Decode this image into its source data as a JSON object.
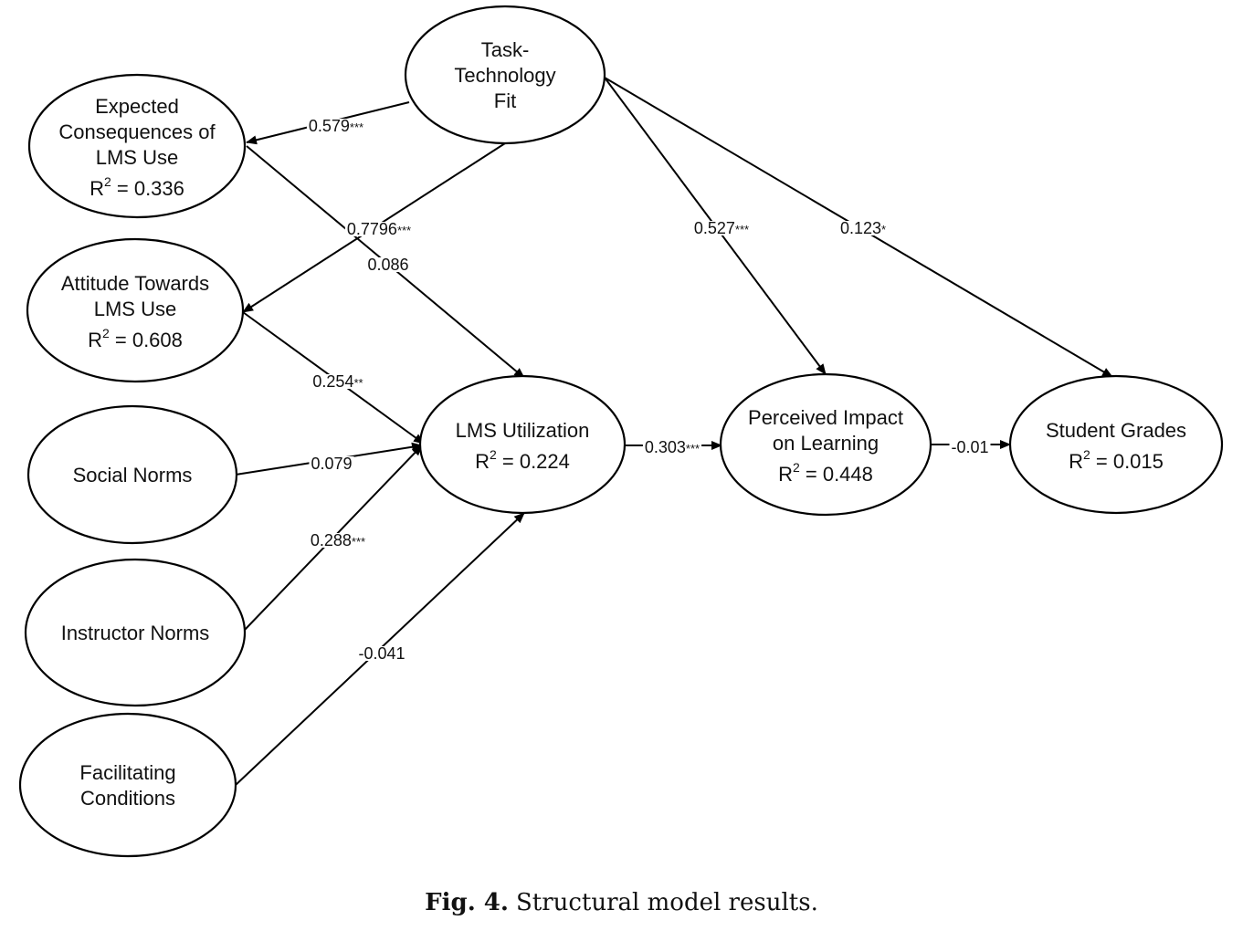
{
  "diagram": {
    "type": "structural-equation-model",
    "nodes": [
      {
        "id": "ttf",
        "lines": [
          "Task-",
          "Technology",
          "Fit"
        ],
        "r2": null
      },
      {
        "id": "ec",
        "lines": [
          "Expected",
          "Consequences of",
          "LMS Use"
        ],
        "r2": "0.336"
      },
      {
        "id": "att",
        "lines": [
          "Attitude Towards",
          "LMS Use"
        ],
        "r2": "0.608"
      },
      {
        "id": "sn",
        "lines": [
          "Social Norms"
        ],
        "r2": null
      },
      {
        "id": "in",
        "lines": [
          "Instructor Norms"
        ],
        "r2": null
      },
      {
        "id": "fc",
        "lines": [
          "Facilitating",
          "Conditions"
        ],
        "r2": null
      },
      {
        "id": "lms",
        "lines": [
          "LMS Utilization"
        ],
        "r2": "0.224"
      },
      {
        "id": "pil",
        "lines": [
          "Perceived Impact",
          "on Learning"
        ],
        "r2": "0.448"
      },
      {
        "id": "sg",
        "lines": [
          "Student Grades"
        ],
        "r2": "0.015"
      }
    ],
    "edges": [
      {
        "from": "ttf",
        "to": "ec",
        "coef": "0.579",
        "sig": "***"
      },
      {
        "from": "ttf",
        "to": "att",
        "coef": "0.7796",
        "sig": "***"
      },
      {
        "from": "ec",
        "to": "lms",
        "coef": "0.086",
        "sig": ""
      },
      {
        "from": "att",
        "to": "lms",
        "coef": "0.254",
        "sig": "**"
      },
      {
        "from": "sn",
        "to": "lms",
        "coef": "0.079",
        "sig": ""
      },
      {
        "from": "in",
        "to": "lms",
        "coef": "0.288",
        "sig": "***"
      },
      {
        "from": "fc",
        "to": "lms",
        "coef": "-0.041",
        "sig": ""
      },
      {
        "from": "ttf",
        "to": "pil",
        "coef": "0.527",
        "sig": "***"
      },
      {
        "from": "ttf",
        "to": "sg",
        "coef": "0.123",
        "sig": "*"
      },
      {
        "from": "lms",
        "to": "pil",
        "coef": "0.303",
        "sig": "***"
      },
      {
        "from": "pil",
        "to": "sg",
        "coef": "-0.01",
        "sig": ""
      }
    ],
    "r2_prefix": "R",
    "r2_sup": "2"
  },
  "caption": {
    "label": "Fig. 4.",
    "text": "Structural model results."
  }
}
